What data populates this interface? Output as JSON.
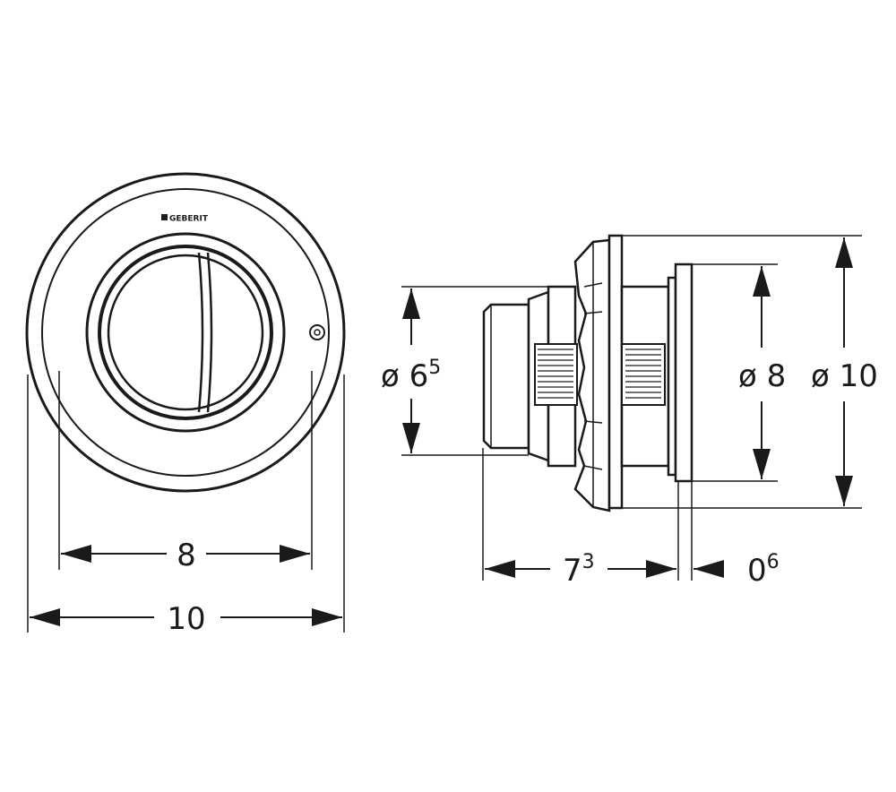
{
  "brand": {
    "logo_text": "GEBERIT"
  },
  "front_view": {
    "inner_width_label": "8",
    "outer_width_label": "10"
  },
  "side_view": {
    "body_diameter_label": "ø 6",
    "body_diameter_sup": "5",
    "flange_diameter_label": "ø 8",
    "plate_diameter_label": "ø 10",
    "depth_label": "7",
    "depth_sup": "3",
    "plate_thickness_label": "0",
    "plate_thickness_sup": "6"
  }
}
